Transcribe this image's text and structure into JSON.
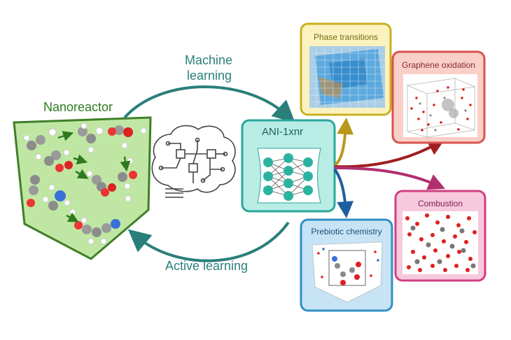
{
  "labels": {
    "nanoreactor": "Nanoreactor",
    "machine_learning_line1": "Machine",
    "machine_learning_line2": "learning",
    "active_learning": "Active learning",
    "model": "ANI-1xnr"
  },
  "applications": [
    {
      "name": "Phase transitions",
      "border": "#c9b01f",
      "fill": "#fbf2c0"
    },
    {
      "name": "Graphene oxidation",
      "border": "#d9534f",
      "fill": "#f9cfc8"
    },
    {
      "name": "Combustion",
      "border": "#d0407f",
      "fill": "#f7c9dd"
    },
    {
      "name": "Prebiotic chemistry",
      "border": "#2f8fc5",
      "fill": "#c6e4f6"
    }
  ],
  "colors": {
    "teal": "#2a7f7a",
    "nanoreactor_fill": "#bfe7a3",
    "nanoreactor_border": "#3f7f28",
    "model_fill": "#b8ede6",
    "model_border": "#2aa79a",
    "node": "#2bb3a0",
    "arrow_phase": "#b8981a",
    "arrow_graphene": "#a02020",
    "arrow_combustion": "#b03070",
    "arrow_prebiotic": "#1f5e9e"
  },
  "icons": [
    "brain-circuit-icon",
    "neural-network-icon"
  ]
}
